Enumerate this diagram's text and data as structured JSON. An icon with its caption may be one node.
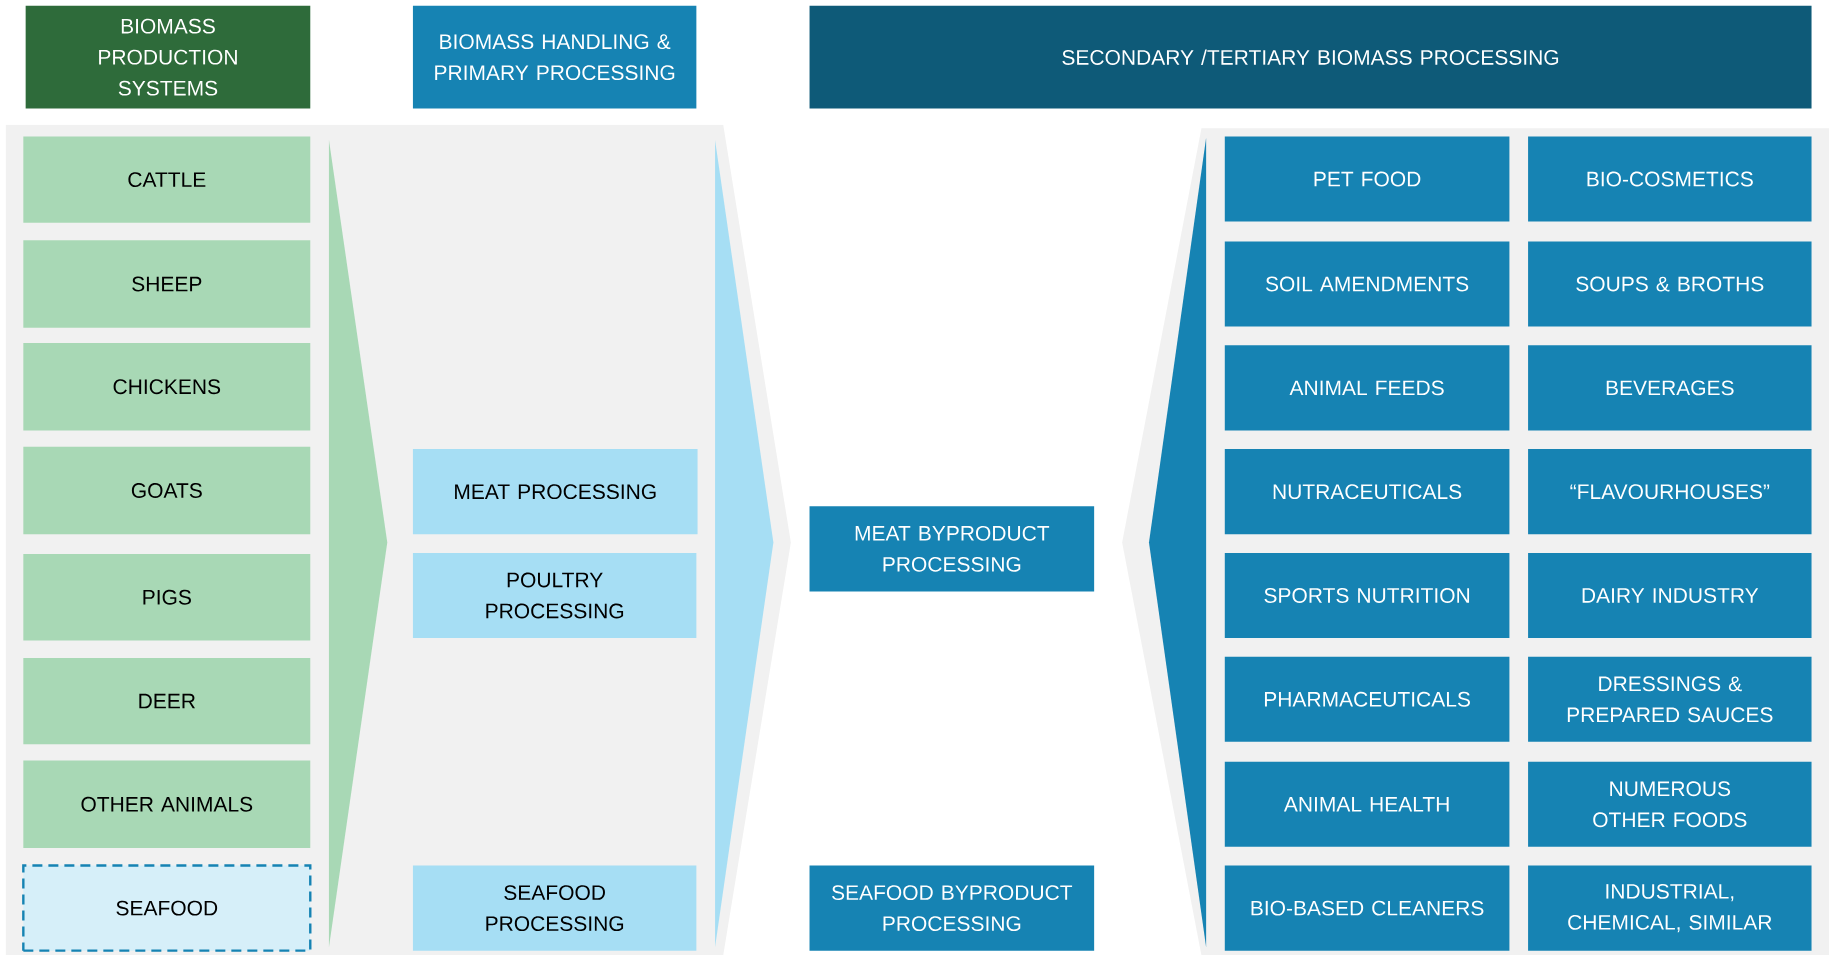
{
  "diagram": {
    "nodes": [
      {
        "text": [
          "BIOMASS PRODUCTION SYSTEMS"
        ]
      },
      {
        "text": [
          "BIOMASS HANDLING & PRIMARY PROCESSING"
        ]
      },
      {
        "text": [
          "SECONDARY /TERTIARY BIOMASS PROCESSING"
        ]
      },
      {
        "text": [
          "CATTLE"
        ]
      },
      {
        "text": [
          "SHEEP"
        ]
      },
      {
        "text": [
          "CHICKENS"
        ]
      },
      {
        "text": [
          "GOATS"
        ]
      },
      {
        "text": [
          "PIGS"
        ]
      },
      {
        "text": [
          "DEER"
        ]
      },
      {
        "text": [
          "OTHER ANIMALS"
        ]
      },
      {
        "text": [
          "SEAFOOD"
        ]
      },
      {
        "text": [
          "MEAT PROCESSING"
        ]
      },
      {
        "text": [
          "POULTRY PROCESSING"
        ]
      },
      {
        "text": [
          "SEAFOOD PROCESSING"
        ]
      },
      {
        "text": [
          "MEAT BYPRODUCT PROCESSING"
        ]
      },
      {
        "text": [
          "SEAFOOD BYPRODUCT PROCESSING"
        ]
      },
      {
        "text": [
          "PET FOOD"
        ]
      },
      {
        "text": [
          "BIO-COSMETICS"
        ]
      },
      {
        "text": [
          "SOIL AMENDMENTS"
        ]
      },
      {
        "text": [
          "SOUPS & BROTHS"
        ]
      },
      {
        "text": [
          "ANIMAL FEEDS"
        ]
      },
      {
        "text": [
          "BEVERAGES"
        ]
      },
      {
        "text": [
          "NUTRACEUTICALS"
        ]
      },
      {
        "text": [
          "“FLAVOURHOUSES”"
        ]
      },
      {
        "text": [
          "SPORTS NUTRITION"
        ]
      },
      {
        "text": [
          "DAIRY INDUSTRY"
        ]
      },
      {
        "text": [
          "PHARMACEUTICALS"
        ]
      },
      {
        "text": [
          "DRESSINGS & PREPARED SAUCES"
        ]
      },
      {
        "text": [
          "ANIMAL HEALTH"
        ]
      },
      {
        "text": [
          "NUMEROUS OTHER FOODS"
        ]
      },
      {
        "text": [
          "BIO-BASED CLEANERS"
        ]
      },
      {
        "text": [
          "INDUSTRIAL, CHEMICAL, SIMILAR"
        ]
      }
    ]
  }
}
